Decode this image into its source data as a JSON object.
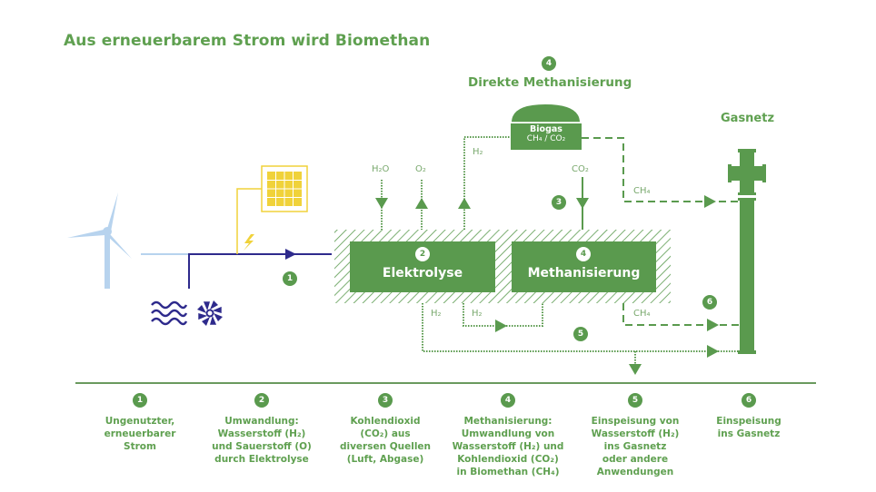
{
  "title": "Aus erneuerbarem Strom wird Biomethan",
  "colors": {
    "green": "#5a9a4e",
    "green_text": "#5fa050",
    "navy": "#2e2a8c",
    "yellow": "#f0d23a",
    "light_blue": "#b7d3ee"
  },
  "direct_methanation": {
    "number": "4",
    "label": "Direkte Methanisierung",
    "biogas_title": "Biogas",
    "biogas_formula": "CH₄ / CO₂"
  },
  "gas_grid_label": "Gasnetz",
  "boxes": {
    "electrolysis": {
      "number": "2",
      "label": "Elektrolyse"
    },
    "methanation": {
      "number": "4",
      "label": "Methanisierung"
    }
  },
  "flow_labels": {
    "h2o_in": "H₂O",
    "o2_out": "O₂",
    "h2_up": "H₂",
    "co2_in": "CO₂",
    "ch4_direct": "CH₄",
    "h2_down_left": "H₂",
    "h2_down_mid": "H₂",
    "ch4_methanation": "CH₄"
  },
  "flow_badges": {
    "strom": "1",
    "co2": "3",
    "h2_feed": "5",
    "ch4_feed": "6"
  },
  "icons": {
    "wind": "wind-turbine-icon",
    "solar": "solar-panel-icon",
    "hydro": "water-waves-icon",
    "turbine": "turbine-icon",
    "bolt": "lightning-icon",
    "pipe": "gas-pipe-icon"
  },
  "legend": [
    {
      "number": "1",
      "lines": [
        "Ungenutzter,",
        "erneuerbarer",
        "Strom"
      ]
    },
    {
      "number": "2",
      "lines": [
        "Umwandlung:",
        "Wasserstoff (H₂)",
        "und Sauerstoff (O)",
        "durch Elektrolyse"
      ]
    },
    {
      "number": "3",
      "lines": [
        "Kohlendioxid",
        "(CO₂) aus",
        "diversen Quellen",
        "(Luft, Abgase)"
      ]
    },
    {
      "number": "4",
      "lines": [
        "Methanisierung:",
        "Umwandlung von",
        "Wasserstoff (H₂) und",
        "Kohlendioxid (CO₂)",
        "in Biomethan (CH₄)"
      ]
    },
    {
      "number": "5",
      "lines": [
        "Einspeisung von",
        "Wasserstoff (H₂)",
        "ins Gasnetz",
        "oder andere",
        "Anwendungen"
      ]
    },
    {
      "number": "6",
      "lines": [
        "Einspeisung",
        "ins Gasnetz"
      ]
    }
  ]
}
